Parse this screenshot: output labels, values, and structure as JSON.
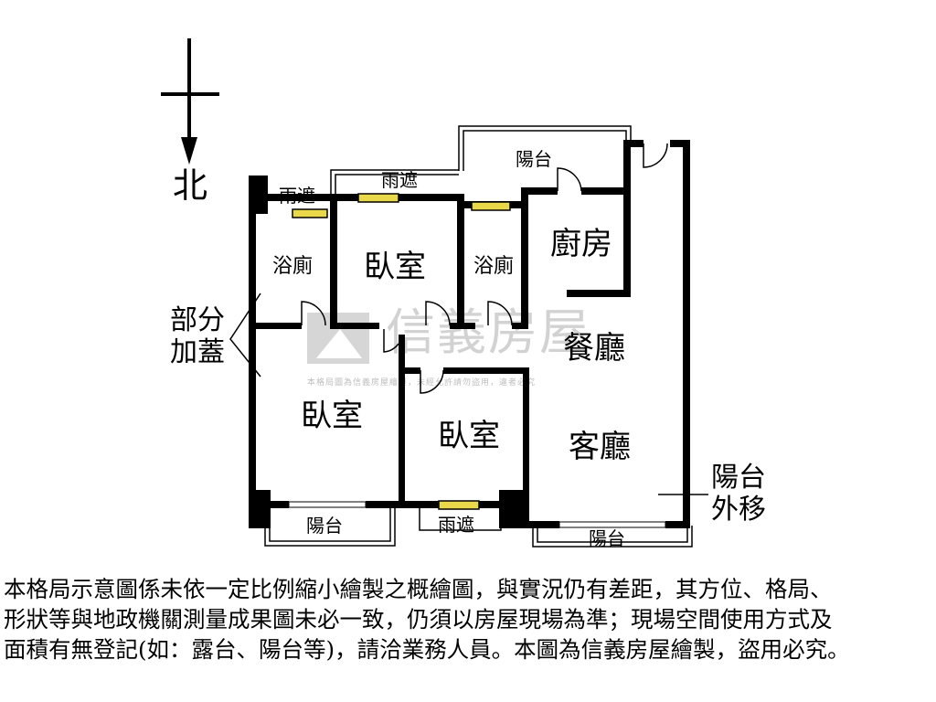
{
  "compass": {
    "label": "北"
  },
  "rooms": {
    "bath_left": "浴廁",
    "bedroom_top": "臥室",
    "bath_mid": "浴廁",
    "kitchen": "廚房",
    "dining": "餐廳",
    "bedroom_left": "臥室",
    "bedroom_mid": "臥室",
    "living": "客廳"
  },
  "balconies": {
    "top": "陽台",
    "bottom_left": "陽台",
    "bottom_right": "陽台"
  },
  "canopies": {
    "top_left": "雨遮",
    "top_mid": "雨遮",
    "bottom": "雨遮"
  },
  "annotations": {
    "partial_addition_line1": "部分",
    "partial_addition_line2": "加蓋",
    "balcony_moved_line1": "陽台",
    "balcony_moved_line2": "外移"
  },
  "watermark": {
    "brand": "信義房屋",
    "small_text": "本格局圖為信義房屋繪製，未經允許請勿盜用，違者必究"
  },
  "disclaimer": {
    "line1": "本格局示意圖係未依一定比例縮小繪製之概繪圖，與實況仍有差距，其方位、格局、",
    "line2": "形狀等與地政機關測量成果圖未必一致，仍須以房屋現場為準；現場空間使用方式及",
    "line3": "面積有無登記(如：露台、陽台等)，請洽業務人員。本圖為信義房屋繪製，盜用必究。"
  },
  "colors": {
    "wall": "#000000",
    "window_fill": "#e8d84a",
    "watermark": "#d2d2d2"
  }
}
